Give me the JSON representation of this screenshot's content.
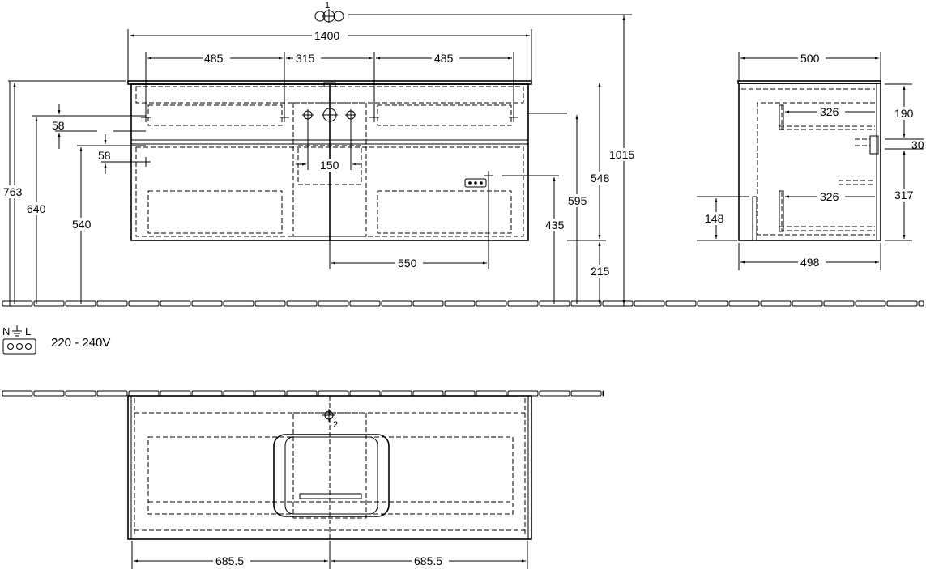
{
  "front_view": {
    "connection_1_label": "1",
    "width_total": "1400",
    "width_left": "485",
    "width_middle": "315",
    "width_right": "485",
    "offset_58_a": "58",
    "offset_58_b": "58",
    "tap_spacing": "150",
    "height_763": "763",
    "height_640": "640",
    "height_540": "540",
    "height_548": "548",
    "height_595": "595",
    "height_435": "435",
    "height_215": "215",
    "height_1015": "1015",
    "socket_offset": "550"
  },
  "side_view": {
    "depth_top": "500",
    "depth_bottom": "498",
    "height_190": "190",
    "height_30": "30",
    "height_317": "317",
    "drawer_depth_upper": "326",
    "drawer_depth_lower": "326",
    "height_148": "148"
  },
  "legend": {
    "neutral": "N",
    "live": "L",
    "voltage": "220 - 240V"
  },
  "plan_view": {
    "connection_2_label": "2",
    "half_left": "685.5",
    "half_right": "685.5"
  }
}
